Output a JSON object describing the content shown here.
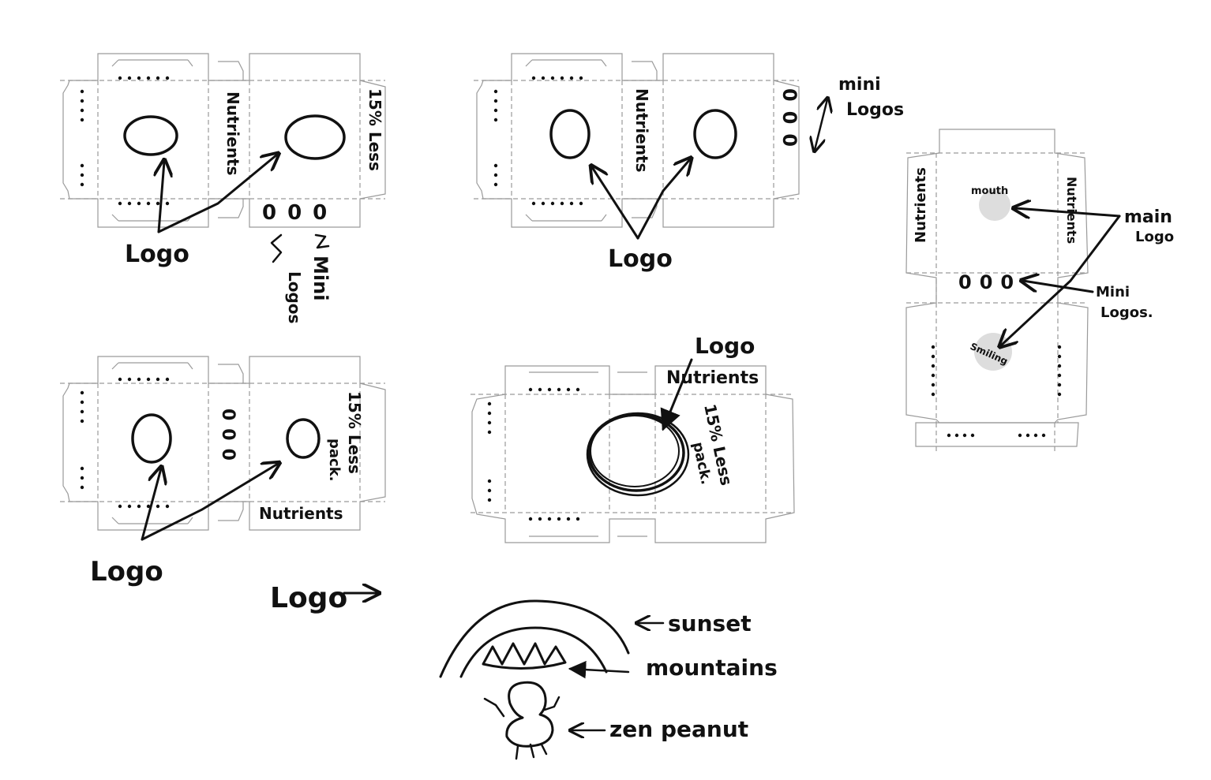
{
  "sketches": {
    "a": {
      "side_text": "Nutrients",
      "corner_text": "15% Less",
      "mini_text": "000",
      "label": "Logo",
      "mini_label_1": "Mini",
      "mini_label_2": "Logos"
    },
    "b": {
      "side_text": "Nutrients",
      "label": "Logo",
      "mini_label_1": "mini",
      "mini_label_2": "Logos",
      "mini_text": "000"
    },
    "c": {
      "side_left": "Nutrients",
      "side_right": "Nutrients",
      "mini_text": "000",
      "top_word": "mouth",
      "bottom_word": "Smiling",
      "main_label_1": "main",
      "main_label_2": "Logo",
      "mini_label_1": "Mini",
      "mini_label_2": "Logos."
    },
    "d": {
      "corner_text_1": "15% Less",
      "corner_text_2": "pack.",
      "mini_text": "000",
      "bottom_text": "Nutrients",
      "label": "Logo",
      "legend_label": "Logo"
    },
    "e": {
      "label_1": "Logo",
      "label_2": "Nutrients",
      "corner_text_1": "15% Less",
      "corner_text_2": "pack."
    }
  },
  "legend": {
    "sunset": "sunset",
    "mountains": "mountains",
    "peanut": "zen peanut"
  }
}
